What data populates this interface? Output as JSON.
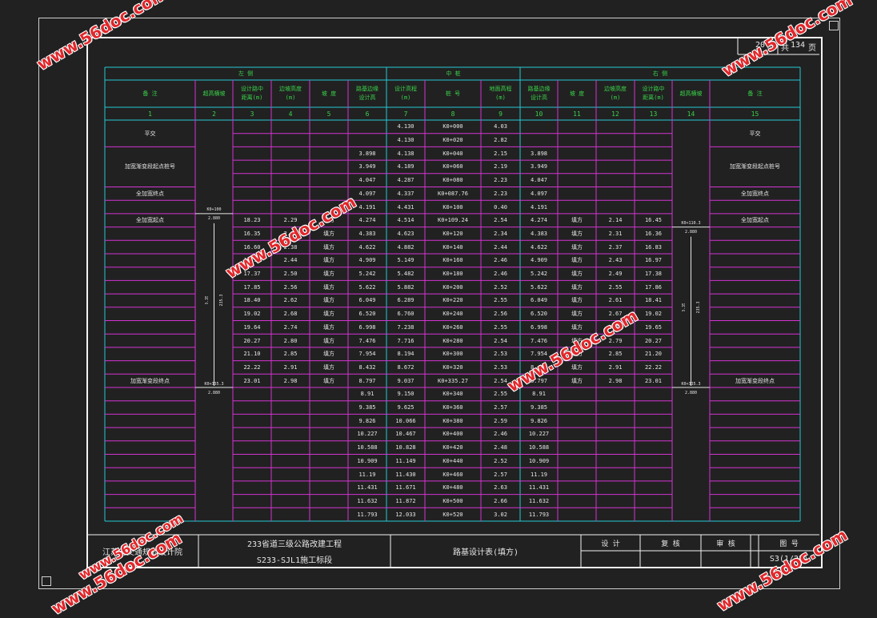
{
  "sheet": {
    "page": "20",
    "page_unit": "页",
    "total_prefix": "共",
    "total": "134",
    "total_unit": "页"
  },
  "table": {
    "group_headers": [
      "左 侧",
      "中 桩",
      "右 侧"
    ],
    "column_headers": [
      "备 注",
      "超高横坡",
      "设计路中\n距离(m)",
      "边坡高度\n(m)",
      "坡 度",
      "路基边缘\n设计高",
      "设计高程\n(m)",
      "桩 号",
      "地面高程\n(m)",
      "路基边缘\n设计高",
      "坡 度",
      "边坡高度\n(m)",
      "设计路中\n距离(m)",
      "超高横坡",
      "备 注"
    ],
    "column_numbers": [
      "1",
      "2",
      "3",
      "4",
      "5",
      "6",
      "7",
      "8",
      "9",
      "10",
      "11",
      "12",
      "13",
      "14",
      "15"
    ],
    "rows": [
      [
        "",
        "",
        "",
        "",
        "",
        "",
        "4.130",
        "K0+000",
        "4.03",
        "",
        "",
        "",
        "",
        "",
        ""
      ],
      [
        "",
        "",
        "",
        "",
        "",
        "",
        "4.130",
        "K0+020",
        "2.82",
        "",
        "",
        "",
        "",
        "",
        ""
      ],
      [
        "",
        "",
        "",
        "",
        "",
        "3.898",
        "4.138",
        "K0+040",
        "2.15",
        "3.898",
        "",
        "",
        "",
        "",
        ""
      ],
      [
        "",
        "",
        "",
        "",
        "",
        "3.949",
        "4.189",
        "K0+060",
        "2.19",
        "3.949",
        "",
        "",
        "",
        "",
        ""
      ],
      [
        "",
        "",
        "",
        "",
        "",
        "4.047",
        "4.287",
        "K0+080",
        "2.23",
        "4.047",
        "",
        "",
        "",
        "",
        ""
      ],
      [
        "",
        "",
        "",
        "",
        "",
        "4.097",
        "4.337",
        "K0+087.76",
        "2.23",
        "4.097",
        "",
        "",
        "",
        "",
        ""
      ],
      [
        "",
        "",
        "",
        "",
        "",
        "4.191",
        "4.431",
        "K0+100",
        "0.40",
        "4.191",
        "",
        "",
        "",
        "",
        ""
      ],
      [
        "",
        "",
        "18.23",
        "2.29",
        "填方",
        "4.274",
        "4.514",
        "K0+109.24",
        "2.54",
        "4.274",
        "填方",
        "2.14",
        "16.45",
        "",
        ""
      ],
      [
        "",
        "",
        "16.35",
        "2.32",
        "填方",
        "4.383",
        "4.623",
        "K0+120",
        "2.34",
        "4.383",
        "填方",
        "2.31",
        "16.36",
        "",
        ""
      ],
      [
        "",
        "",
        "16.60",
        "2.38",
        "填方",
        "4.622",
        "4.882",
        "K0+140",
        "2.44",
        "4.622",
        "填方",
        "2.37",
        "16.83",
        "",
        ""
      ],
      [
        "",
        "",
        "16.96",
        "2.44",
        "填方",
        "4.909",
        "5.149",
        "K0+160",
        "2.46",
        "4.909",
        "填方",
        "2.43",
        "16.97",
        "",
        ""
      ],
      [
        "",
        "",
        "17.37",
        "2.50",
        "填方",
        "5.242",
        "5.482",
        "K0+180",
        "2.46",
        "5.242",
        "填方",
        "2.49",
        "17.38",
        "",
        ""
      ],
      [
        "",
        "",
        "17.85",
        "2.56",
        "填方",
        "5.622",
        "5.882",
        "K0+200",
        "2.52",
        "5.622",
        "填方",
        "2.55",
        "17.86",
        "",
        ""
      ],
      [
        "",
        "",
        "18.40",
        "2.62",
        "填方",
        "6.049",
        "6.289",
        "K0+220",
        "2.55",
        "6.049",
        "填方",
        "2.61",
        "18.41",
        "",
        ""
      ],
      [
        "",
        "",
        "19.02",
        "2.68",
        "填方",
        "6.520",
        "6.760",
        "K0+240",
        "2.56",
        "6.520",
        "填方",
        "2.67",
        "19.02",
        "",
        ""
      ],
      [
        "",
        "",
        "19.64",
        "2.74",
        "填方",
        "6.998",
        "7.238",
        "K0+260",
        "2.55",
        "6.998",
        "填方",
        "2.73",
        "19.65",
        "",
        ""
      ],
      [
        "",
        "",
        "20.27",
        "2.80",
        "填方",
        "7.476",
        "7.716",
        "K0+280",
        "2.54",
        "7.476",
        "填方",
        "2.79",
        "20.27",
        "",
        ""
      ],
      [
        "",
        "",
        "21.10",
        "2.85",
        "填方",
        "7.954",
        "8.194",
        "K0+300",
        "2.53",
        "7.954",
        "填方",
        "2.85",
        "21.20",
        "",
        ""
      ],
      [
        "",
        "",
        "22.22",
        "2.91",
        "填方",
        "8.432",
        "8.672",
        "K0+320",
        "2.53",
        "8.432",
        "填方",
        "2.91",
        "22.22",
        "",
        ""
      ],
      [
        "",
        "",
        "23.01",
        "2.98",
        "填方",
        "8.797",
        "9.037",
        "K0+335.27",
        "2.54",
        "8.797",
        "填方",
        "2.98",
        "23.01",
        "",
        ""
      ],
      [
        "",
        "",
        "",
        "",
        "",
        "8.91",
        "9.150",
        "K0+340",
        "2.55",
        "8.91",
        "",
        "",
        "",
        "",
        ""
      ],
      [
        "",
        "",
        "",
        "",
        "",
        "9.385",
        "9.625",
        "K0+360",
        "2.57",
        "9.385",
        "",
        "",
        "",
        "",
        ""
      ],
      [
        "",
        "",
        "",
        "",
        "",
        "9.826",
        "10.066",
        "K0+380",
        "2.59",
        "9.826",
        "",
        "",
        "",
        "",
        ""
      ],
      [
        "",
        "",
        "",
        "",
        "",
        "10.227",
        "10.467",
        "K0+400",
        "2.46",
        "10.227",
        "",
        "",
        "",
        "",
        ""
      ],
      [
        "",
        "",
        "",
        "",
        "",
        "10.588",
        "10.828",
        "K0+420",
        "2.48",
        "10.588",
        "",
        "",
        "",
        "",
        ""
      ],
      [
        "",
        "",
        "",
        "",
        "",
        "10.909",
        "11.149",
        "K0+440",
        "2.52",
        "10.909",
        "",
        "",
        "",
        "",
        ""
      ],
      [
        "",
        "",
        "",
        "",
        "",
        "11.19",
        "11.430",
        "K0+460",
        "2.57",
        "11.19",
        "",
        "",
        "",
        "",
        ""
      ],
      [
        "",
        "",
        "",
        "",
        "",
        "11.431",
        "11.671",
        "K0+480",
        "2.63",
        "11.431",
        "",
        "",
        "",
        "",
        ""
      ],
      [
        "",
        "",
        "",
        "",
        "",
        "11.632",
        "11.872",
        "K0+500",
        "2.66",
        "11.632",
        "",
        "",
        "",
        "",
        ""
      ],
      [
        "",
        "",
        "",
        "",
        "",
        "11.793",
        "12.033",
        "K0+520",
        "3.02",
        "11.793",
        "",
        "",
        "",
        "",
        ""
      ]
    ],
    "left_remarks": [
      {
        "row": 0,
        "span": 2,
        "text": "平交"
      },
      {
        "row": 2,
        "span": 3,
        "text": "加宽渐变段起点桩号"
      },
      {
        "row": 5,
        "span": 1,
        "text": "全加宽终点"
      },
      {
        "row": 7,
        "span": 1,
        "text": "全加宽起点"
      },
      {
        "row": 19,
        "span": 1,
        "text": "加宽渐变段终点"
      }
    ],
    "right_remarks": [
      {
        "row": 0,
        "span": 2,
        "text": "平交"
      },
      {
        "row": 2,
        "span": 3,
        "text": "加宽渐变段起点桩号"
      },
      {
        "row": 5,
        "span": 1,
        "text": "全加宽终点"
      },
      {
        "row": 7,
        "span": 1,
        "text": "全加宽起点"
      },
      {
        "row": 19,
        "span": 1,
        "text": "加宽渐变段终点"
      }
    ],
    "superelevation_left": {
      "start_station": "K0+100",
      "start_value": "2.880",
      "length": "235.3",
      "label": "0.35",
      "end_station": "K0+335.3",
      "end_value": "2.880"
    },
    "superelevation_right": {
      "start_station": "K0+110.3",
      "start_value": "2.880",
      "length": "235.3",
      "label": "0.35",
      "end_station": "K0+335.3",
      "end_value": "2.880"
    }
  },
  "title_block": {
    "company": "江苏省交通规划设计院",
    "project_line1": "233省道三级公路改建工程",
    "project_line2": "S233-SJL1施工标段",
    "drawing_title": "路基设计表(填方)",
    "designer_label": "设 计",
    "reviewer_label": "复 核",
    "checker_label": "审 核",
    "drawing_no_label": "图 号",
    "drawing_no": "S3(1/22)"
  },
  "watermarks": [
    "www.56doc.com",
    "www.56doc.com",
    "www.56doc.com",
    "www.56doc.com",
    "www.56doc.com",
    "www.56doc.com",
    "www.56doc.com"
  ],
  "colors": {
    "background": "#212121",
    "grid_cyan": "#24c9d2",
    "grid_magenta": "#d333d3",
    "header_green": "#39d34a",
    "text": "#e6e6e6",
    "watermark": "#e1272b"
  }
}
